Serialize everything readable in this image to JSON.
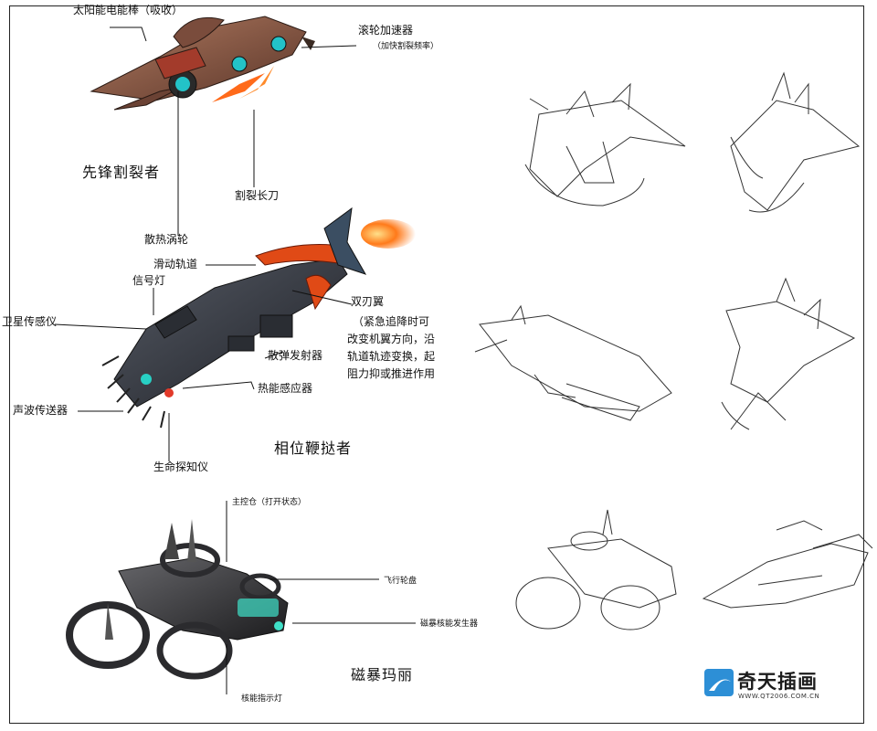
{
  "sheet": {
    "vehicles": [
      {
        "name": "先锋割裂者",
        "callouts": {
          "solar_rod": "太阳能电能棒（吸收）",
          "roller_accel": "滚轮加速器",
          "roller_accel_note": "（加快割裂频率）",
          "cutting_blade": "割裂长刀",
          "cooling_turbine": "散热涡轮"
        }
      },
      {
        "name": "相位鞭挞者",
        "callouts": {
          "slide_rail": "滑动轨道",
          "signal_light": "信号灯",
          "satellite_sensor": "卫星传感仪",
          "twin_wing": "双刃翼",
          "twin_wing_note": [
            "（紧急追降时可",
            "改变机翼方向，沿",
            "轨道轨迹变换，起",
            "阻力抑或推进作用"
          ],
          "scatter_launcher": "散弹发射器",
          "thermal_sensor": "热能感应器",
          "sonic_transmitter": "声波传送器",
          "life_detector": "生命探知仪"
        }
      },
      {
        "name": "磁暴玛丽",
        "callouts": {
          "main_cabin": "主控仓（打开状态）",
          "flight_wheel": "飞行轮盘",
          "magstorm_generator": "磁暴核能发生器",
          "core_indicator": "核能指示灯"
        }
      }
    ],
    "watermark": {
      "brand": "奇天插画",
      "url": "WWW.QT2006.COM.CN"
    }
  },
  "colors": {
    "ink": "#111111",
    "ship1_body": "#8a5a48",
    "ship1_flame": "#ff6a1a",
    "ship2_body": "#3b3f48",
    "ship2_fin": "#e04a16",
    "ship3_body": "#3d3d40",
    "ship3_glow": "#3fe0c8",
    "logo_blue": "#2d8fd6"
  }
}
